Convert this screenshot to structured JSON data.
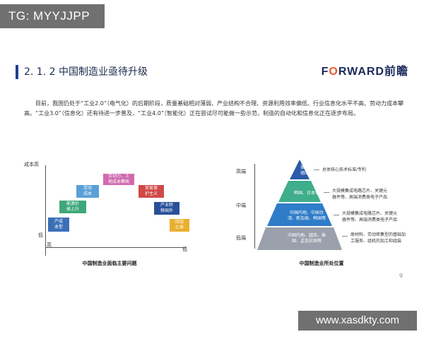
{
  "badge": "TG: MYYJJPP",
  "header": {
    "section_title": "2. 1. 2  中国制造业亟待升级",
    "brand_main": "F",
    "brand_o": "O",
    "brand_rest": "RWARD",
    "brand_cn": "前瞻"
  },
  "intro": "目前，我国仍处于“工业2.0”（电气化）的后期阶段，质量基础相对薄弱、产业结构不合理、资源利用效率偏低、行业信息化水平不高、劳动力成本攀高。“工业3.0”（信息化）还有待进一步普及，“工业4.0”（智能化）正在尝试尽可能做一些示范，制造的自动化和信息化正在逐步布局。",
  "left_chart": {
    "y_top": "成本高",
    "y_bottom": "低",
    "x_left": "高",
    "x_right": "低",
    "steps": [
      {
        "label": "产成\n本型",
        "color": "#3a6fb8"
      },
      {
        "label": "能源价\n格上升",
        "color": "#3fa77a"
      },
      {
        "label": "劳动\n成本",
        "color": "#5aa0d8"
      },
      {
        "label": "劳动力、土\n地成本攀高",
        "color": "#d06ab0"
      },
      {
        "label": "贸易保\n护主义",
        "color": "#d04848"
      },
      {
        "label": "产业转\n移国外",
        "color": "#2a4f9a"
      },
      {
        "label": "回流\n汇率",
        "color": "#e8b030"
      }
    ],
    "caption": "中国制造业面临主要问题"
  },
  "right_chart": {
    "y_top": "高端",
    "y_mid": "中端",
    "y_bottom": "低端",
    "tiers": [
      {
        "label": "美国、\n德国等",
        "note": "总体核心技术标准/专利",
        "color": "#2a5aa8"
      },
      {
        "label": "韩国、日本等",
        "note": "大规模集成电路芯片、关键元\n器件等、高端消费类电子产品",
        "color": "#3fae8a"
      },
      {
        "label": "中国内地、中国台\n湾、新加坡、韩国等",
        "note": "大规模集成电路芯片、关键元\n器件等、高端消费类电子产品",
        "color": "#2f7cc8"
      },
      {
        "label": "中国内地、越南、泰\n国、孟加拉国等",
        "note": "原材料、劳动密集型的基础加\n工服务、组机的加工和组装",
        "color": "#9aa0ac"
      }
    ],
    "caption": "中国制造业所处位置"
  },
  "page_number": "9",
  "watermark": "www.xasdkty.com"
}
